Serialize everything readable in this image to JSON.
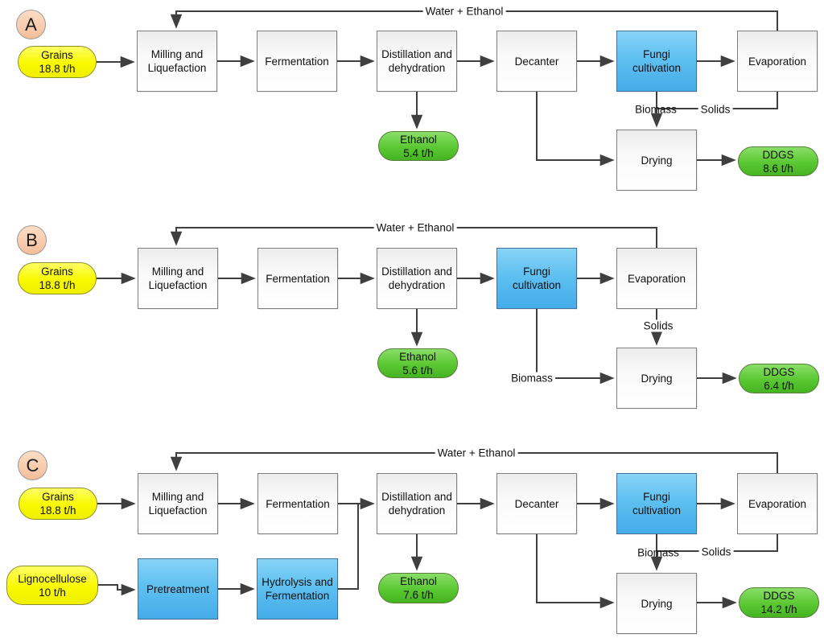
{
  "colors": {
    "process_box_fill": "#f5f5f5",
    "process_box_border": "#7f7f7f",
    "highlight_blue": "#4fb3ec",
    "input_yellow": "#f8f800",
    "output_green": "#55c438",
    "badge_peach": "#f8cbad",
    "connector_gray": "#3f3f3f"
  },
  "panels": {
    "a": {
      "badge": "A",
      "input_grains": {
        "name": "Grains",
        "rate": "18.8 t/h"
      },
      "boxes": {
        "milling": "Milling and Liquefaction",
        "fermentation": "Fermentation",
        "distillation": "Distillation and dehydration",
        "decanter": "Decanter",
        "fungi": "Fungi cultivation",
        "evaporation": "Evaporation",
        "drying": "Drying"
      },
      "outputs": {
        "ethanol": {
          "name": "Ethanol",
          "rate": "5.4 t/h"
        },
        "ddgs": {
          "name": "DDGS",
          "rate": "8.6 t/h"
        }
      },
      "edge_labels": {
        "recycle": "Water + Ethanol",
        "biomass": "Biomass",
        "solids": "Solids"
      }
    },
    "b": {
      "badge": "B",
      "input_grains": {
        "name": "Grains",
        "rate": "18.8 t/h"
      },
      "boxes": {
        "milling": "Milling and Liquefaction",
        "fermentation": "Fermentation",
        "distillation": "Distillation and dehydration",
        "fungi": "Fungi cultivation",
        "evaporation": "Evaporation",
        "drying": "Drying"
      },
      "outputs": {
        "ethanol": {
          "name": "Ethanol",
          "rate": "5.6 t/h"
        },
        "ddgs": {
          "name": "DDGS",
          "rate": "6.4 t/h"
        }
      },
      "edge_labels": {
        "recycle": "Water + Ethanol",
        "biomass": "Biomass",
        "solids": "Solids"
      }
    },
    "c": {
      "badge": "C",
      "input_grains": {
        "name": "Grains",
        "rate": "18.8 t/h"
      },
      "input_lignocellulose": {
        "name": "Lignocellulose",
        "rate": "10 t/h"
      },
      "boxes": {
        "milling": "Milling and Liquefaction",
        "fermentation": "Fermentation",
        "pretreatment": "Pretreatment",
        "hydrolysis": "Hydrolysis and Fermentation",
        "distillation": "Distillation and dehydration",
        "decanter": "Decanter",
        "fungi": "Fungi cultivation",
        "evaporation": "Evaporation",
        "drying": "Drying"
      },
      "outputs": {
        "ethanol": {
          "name": "Ethanol",
          "rate": "7.6 t/h"
        },
        "ddgs": {
          "name": "DDGS",
          "rate": "14.2 t/h"
        }
      },
      "edge_labels": {
        "recycle": "Water + Ethanol",
        "biomass": "Biomass",
        "solids": "Solids"
      }
    }
  }
}
